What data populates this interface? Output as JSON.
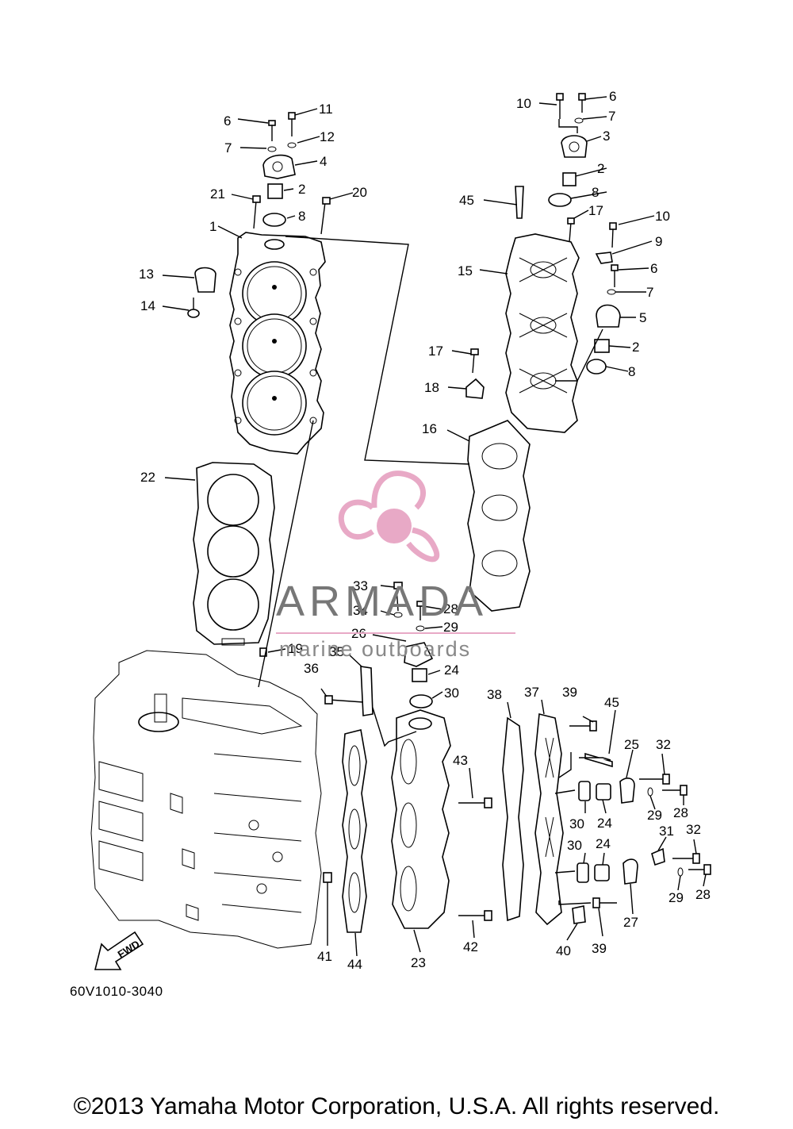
{
  "diagram": {
    "code": "60V1010-3040",
    "copyright": "©2013 Yamaha Motor Corporation, U.S.A. All rights reserved.",
    "fwd_label": "FWD"
  },
  "watermark": {
    "name": "ARMADA",
    "tagline": "marine outboards",
    "color_pink": "#e8a9c6",
    "color_gray": "#7a7a7a"
  },
  "callouts": [
    "1",
    "2",
    "3",
    "4",
    "5",
    "6",
    "7",
    "8",
    "9",
    "10",
    "11",
    "12",
    "13",
    "14",
    "15",
    "16",
    "17",
    "18",
    "19",
    "20",
    "21",
    "22",
    "23",
    "24",
    "25",
    "26",
    "27",
    "28",
    "29",
    "30",
    "31",
    "32",
    "33",
    "34",
    "35",
    "36",
    "37",
    "38",
    "39",
    "40",
    "41",
    "42",
    "43",
    "44",
    "45"
  ]
}
